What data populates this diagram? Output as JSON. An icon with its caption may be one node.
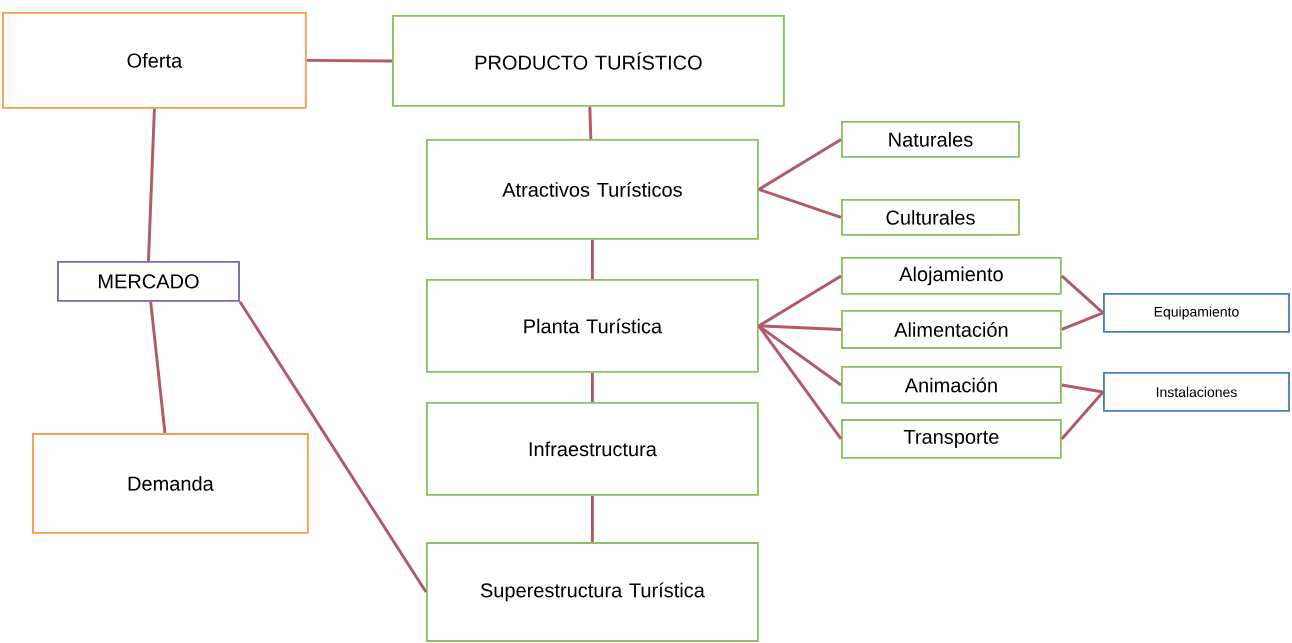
{
  "diagram": {
    "nodes": [
      {
        "text": [
          "Oferta"
        ]
      },
      {
        "text": [
          "PRODUCTO TURÍSTICO"
        ]
      },
      {
        "text": [
          "MERCADO"
        ]
      },
      {
        "text": [
          "Demanda"
        ]
      },
      {
        "text": [
          "Atractivos Turísticos"
        ]
      },
      {
        "text": [
          "Naturales"
        ]
      },
      {
        "text": [
          "Culturales"
        ]
      },
      {
        "text": [
          "Planta Turística"
        ]
      },
      {
        "text": [
          "Alojamiento"
        ]
      },
      {
        "text": [
          "Alimentación"
        ]
      },
      {
        "text": [
          "Equipamiento"
        ]
      },
      {
        "text": [
          "Animación"
        ]
      },
      {
        "text": [
          "Transporte"
        ]
      },
      {
        "text": [
          "Instalaciones"
        ]
      },
      {
        "text": [
          "Infraestructura"
        ]
      },
      {
        "text": [
          "Superestructura Turística"
        ]
      }
    ],
    "edges": [
      {
        "from": 0,
        "to": 1,
        "arrow": "none"
      },
      {
        "from": 0,
        "to": 2,
        "arrow": "none"
      },
      {
        "from": 2,
        "to": 3,
        "arrow": "none"
      },
      {
        "from": 1,
        "to": 4,
        "arrow": "none"
      },
      {
        "from": 4,
        "to": 5,
        "arrow": "none"
      },
      {
        "from": 4,
        "to": 6,
        "arrow": "none"
      },
      {
        "from": 4,
        "to": 7,
        "arrow": "none"
      },
      {
        "from": 7,
        "to": 8,
        "arrow": "none"
      },
      {
        "from": 7,
        "to": 9,
        "arrow": "none"
      },
      {
        "from": 7,
        "to": 11,
        "arrow": "none"
      },
      {
        "from": 7,
        "to": 12,
        "arrow": "none"
      },
      {
        "from": 8,
        "to": 10,
        "arrow": "none"
      },
      {
        "from": 9,
        "to": 10,
        "arrow": "none"
      },
      {
        "from": 11,
        "to": 13,
        "arrow": "none"
      },
      {
        "from": 12,
        "to": 13,
        "arrow": "none"
      },
      {
        "from": 7,
        "to": 14,
        "arrow": "none"
      },
      {
        "from": 14,
        "to": 15,
        "arrow": "none"
      },
      {
        "from": 2,
        "to": 15,
        "arrow": "none"
      }
    ]
  }
}
